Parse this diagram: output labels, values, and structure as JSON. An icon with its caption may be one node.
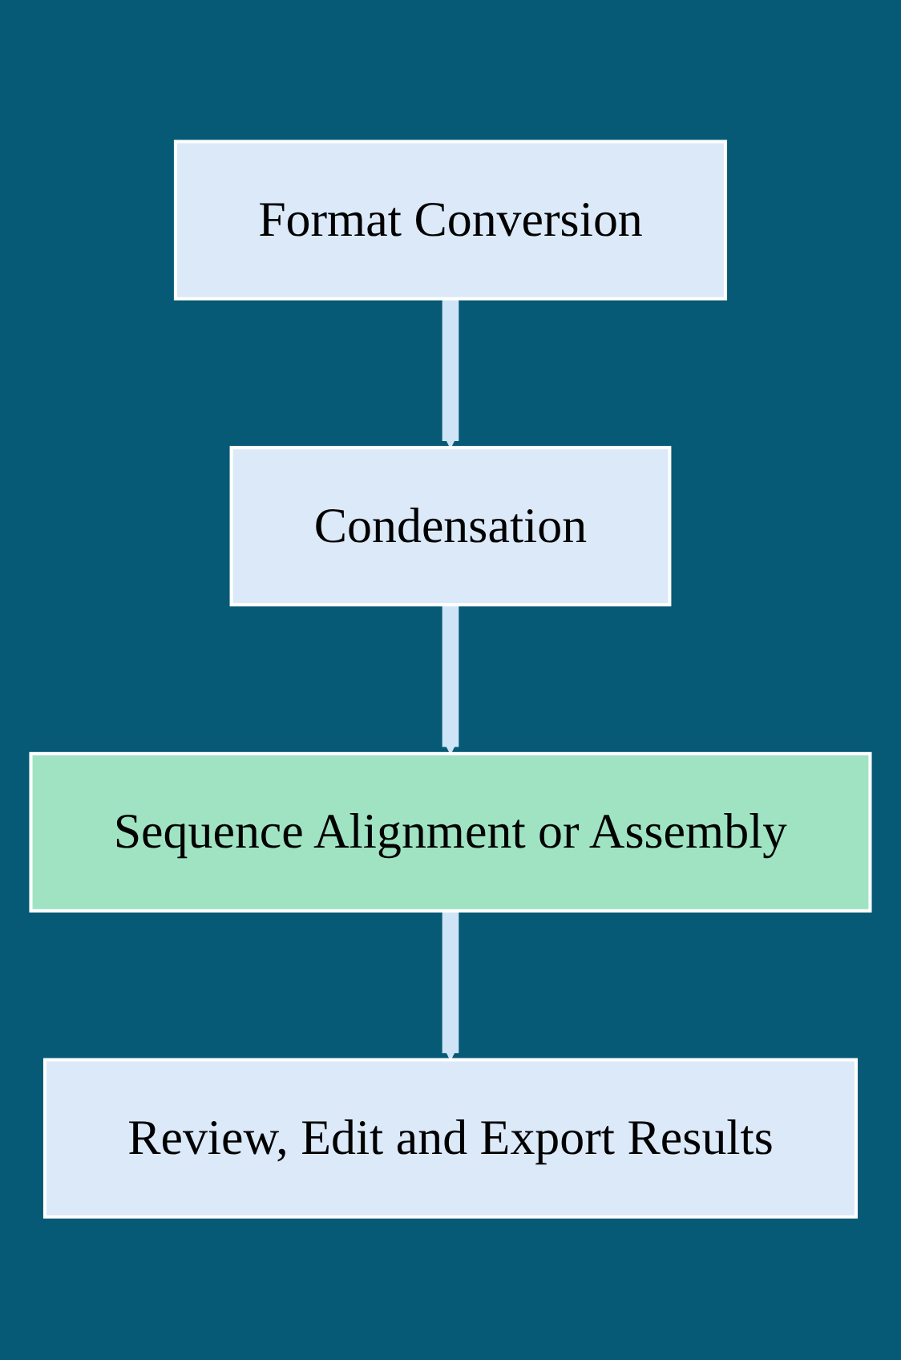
{
  "diagram": {
    "nodes": [
      {
        "text": [
          "Format Conversion"
        ]
      },
      {
        "text": [
          "Condensation"
        ]
      },
      {
        "text": [
          "Sequence Alignment or Assembly"
        ]
      },
      {
        "text": [
          "Review, Edit and Export Results"
        ]
      }
    ],
    "edges": [
      {
        "from": 0,
        "to": 1,
        "arrow": "to"
      },
      {
        "from": 1,
        "to": 2,
        "arrow": "to"
      },
      {
        "from": 2,
        "to": 3,
        "arrow": "to"
      }
    ]
  }
}
